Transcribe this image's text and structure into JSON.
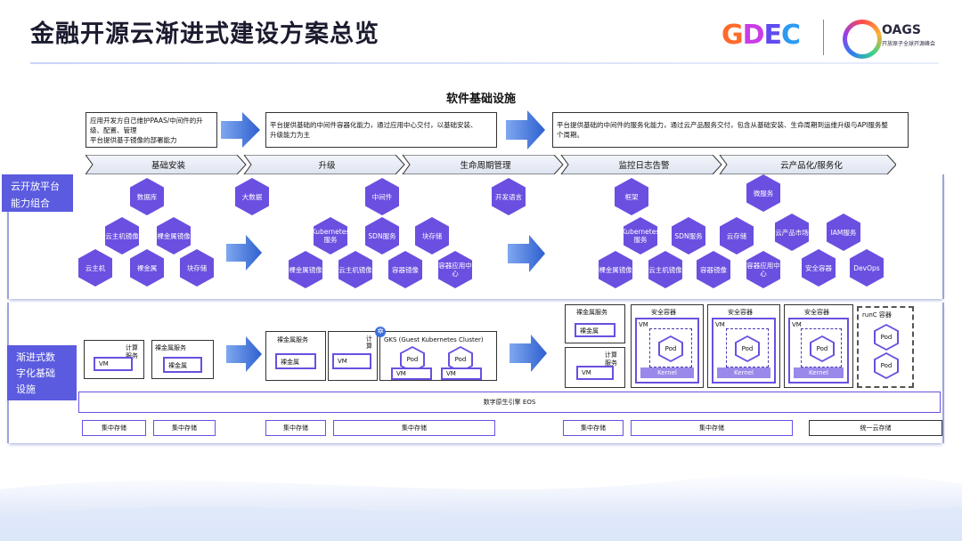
{
  "header": {
    "title": "金融开源云渐进式建设方案总览",
    "logo_gdec": [
      "G",
      "D",
      "E",
      "C"
    ],
    "logo_oags": "OAGS",
    "logo_oags_sub": "开放原子全球开源峰会"
  },
  "software": {
    "title": "软件基础设施",
    "desc": [
      [
        "应用开发方自己维护PAAS/中间件的升",
        "级、配置、管理",
        "平台提供基于镜像的部署能力"
      ],
      [
        "平台提供基础的中间件容器化能力，通过应用中心交付，以基础安装、",
        "升级能力为主"
      ],
      [
        "平台提供基础的中间件的服务化能力，通过云产品服务交付，包含从基础安装、生命周期到运维升级与API服务整",
        "个周期。"
      ]
    ],
    "stages": [
      "基础安装",
      "升级",
      "生命周期管理",
      "监控日志告警",
      "云产品化/服务化"
    ],
    "categories": [
      "数据库",
      "大数据",
      "中间件",
      "开发语言",
      "框架",
      "微服务"
    ],
    "side_label": [
      "云开放平台",
      "能力组合"
    ],
    "group1": [
      "云主机镜像",
      "裸金属镜像",
      "云主机",
      "裸金属",
      "块存储"
    ],
    "group2": [
      "Kubernetes服务",
      "SDN服务",
      "块存储",
      "裸金属镜像",
      "云主机镜像",
      "容器镜像",
      "容器应用中心"
    ],
    "group3": [
      "Kubernetes服务",
      "SDN服务",
      "云存储",
      "云产品市场",
      "IAM服务",
      "裸金属镜像",
      "云主机镜像",
      "容器镜像",
      "容器应用中心",
      "安全容器",
      "DevOps"
    ]
  },
  "infra": {
    "side_label": [
      "渐进式数",
      "字化基础",
      "设施"
    ],
    "compute": "计算",
    "service": "服务",
    "compute_service": "计算服务",
    "vm": "VM",
    "bm_service": "裸金属服务",
    "bm": "裸金属",
    "gkc": "GKS (Guest Kubernetes Cluster)",
    "pod": "Pod",
    "secure_container": "安全容器",
    "kernel": "Kernel",
    "runc": "runC 容器",
    "eos": "数字原生引擎 EOS",
    "storage": "集中存储",
    "unified_storage": "统一云存储"
  }
}
